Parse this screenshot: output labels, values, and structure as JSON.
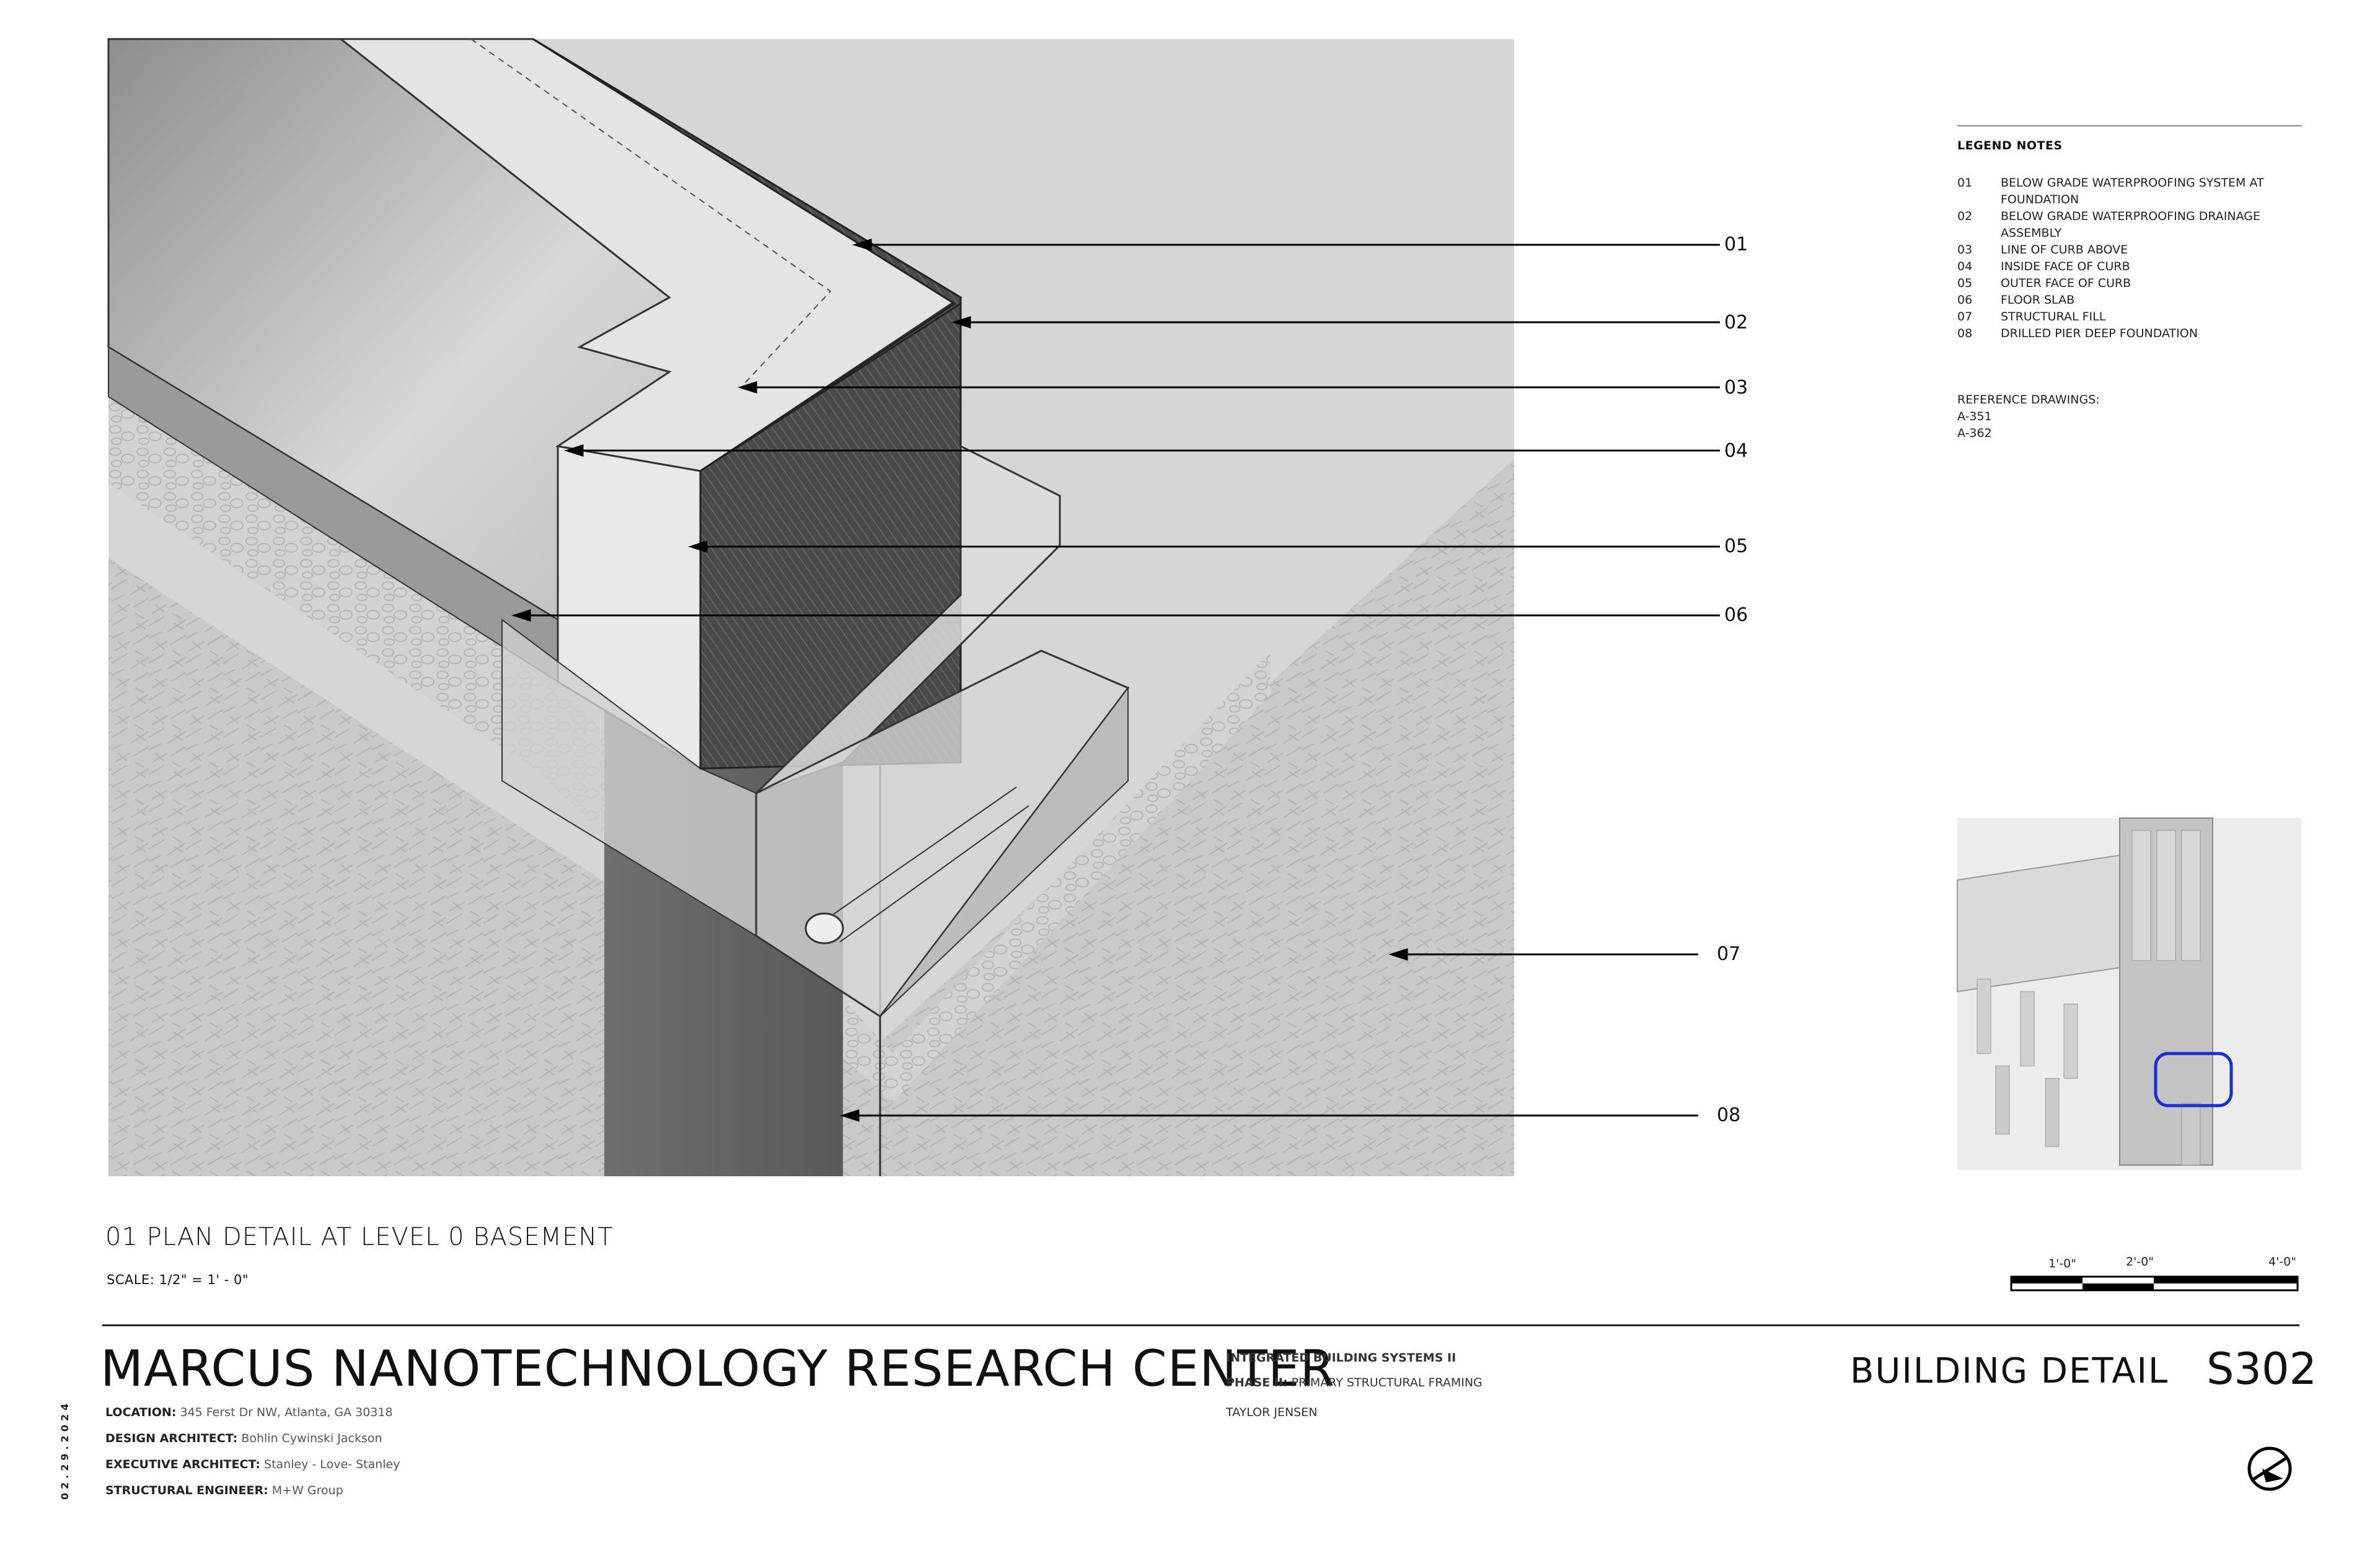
{
  "drawing": {
    "callouts": [
      "01",
      "02",
      "03",
      "04",
      "05",
      "06",
      "07",
      "08"
    ]
  },
  "legend": {
    "title": "LEGEND NOTES",
    "items": [
      {
        "num": "01",
        "text": "BELOW GRADE WATERPROOFING SYSTEM AT FOUNDATION"
      },
      {
        "num": "02",
        "text": "BELOW GRADE WATERPROOFING DRAINAGE ASSEMBLY"
      },
      {
        "num": "03",
        "text": "LINE OF CURB ABOVE"
      },
      {
        "num": "04",
        "text": "INSIDE FACE OF CURB"
      },
      {
        "num": "05",
        "text": "OUTER FACE OF CURB"
      },
      {
        "num": "06",
        "text": "FLOOR SLAB"
      },
      {
        "num": "07",
        "text": "STRUCTURAL FILL"
      },
      {
        "num": "08",
        "text": "DRILLED PIER DEEP FOUNDATION"
      }
    ],
    "reference_title": "REFERENCE DRAWINGS:",
    "references": [
      "A-351",
      "A-362"
    ]
  },
  "plan": {
    "title": "01 PLAN DETAIL AT LEVEL 0 BASEMENT",
    "scale": "SCALE: 1/2\" = 1' - 0\""
  },
  "scale_bar": {
    "labels": [
      "1'-0\"",
      "2'-0\"",
      "4'-0\""
    ]
  },
  "title_block": {
    "project": "MARCUS NANOTECHNOLOGY RESEARCH CENTER",
    "location_label": "LOCATION:",
    "location": "345 Ferst Dr NW, Atlanta, GA 30318",
    "design_label": "DESIGN ARCHITECT:",
    "design": "Bohlin Cywinski Jackson",
    "executive_label": "EXECUTIVE ARCHITECT:",
    "executive": "Stanley - Love- Stanley",
    "structural_label": "STRUCTURAL ENGINEER:",
    "structural": "M+W Group",
    "course": "INTEGRATED BUILDING SYSTEMS II",
    "phase_label": "PHASE II:",
    "phase": "PRIMARY STRUCTURAL FRAMING",
    "author": "TAYLOR JENSEN",
    "sheet_title": "BUILDING DETAIL",
    "sheet_number": "S302",
    "date": "02.29.2024"
  },
  "colors": {
    "highlight": "#1a2fd0",
    "ground": "#c8c8c8",
    "membrane": "#3a3a3a"
  }
}
